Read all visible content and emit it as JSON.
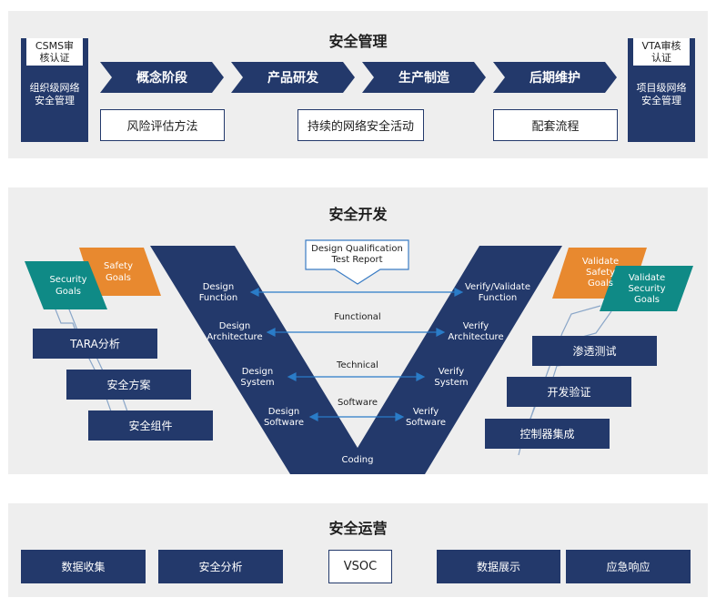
{
  "management": {
    "title": "安全管理",
    "left": {
      "cert": "CSMS审\n核认证",
      "name": "组织级网络\n安全管理"
    },
    "right": {
      "cert": "VTA审核\n认证",
      "name": "项目级网络\n安全管理"
    },
    "phases": [
      "概念阶段",
      "产品研发",
      "生产制造",
      "后期维护"
    ],
    "activities": [
      "风险评估方法",
      "持续的网络安全活动",
      "配套流程"
    ]
  },
  "development": {
    "title": "安全开发",
    "left_goals": {
      "safety": "Safety\nGoals",
      "security": "Security\nGoals"
    },
    "left_steps": [
      "TARA分析",
      "安全方案",
      "安全组件"
    ],
    "right_goals": {
      "safety": "Validate\nSafety\nGoals",
      "security": "Validate\nSecurity\nGoals"
    },
    "right_steps": [
      "渗透测试",
      "开发验证",
      "控制器集成"
    ],
    "top_box": "Design Qualification\nTest Report",
    "v_left": [
      "Design\nFunction",
      "Design\nArchitecture",
      "Design\nSystem",
      "Design\nSoftware"
    ],
    "v_right": [
      "Verify/Validate\nFunction",
      "Verify\nArchitecture",
      "Verify\nSystem",
      "Verify\nSoftware"
    ],
    "levels": [
      "Functional",
      "Technical",
      "Software"
    ],
    "bottom": "Coding"
  },
  "operations": {
    "title": "安全运营",
    "left": [
      "数据收集",
      "安全分析"
    ],
    "center": "VSOC",
    "right": [
      "数据展示",
      "应急响应"
    ]
  }
}
